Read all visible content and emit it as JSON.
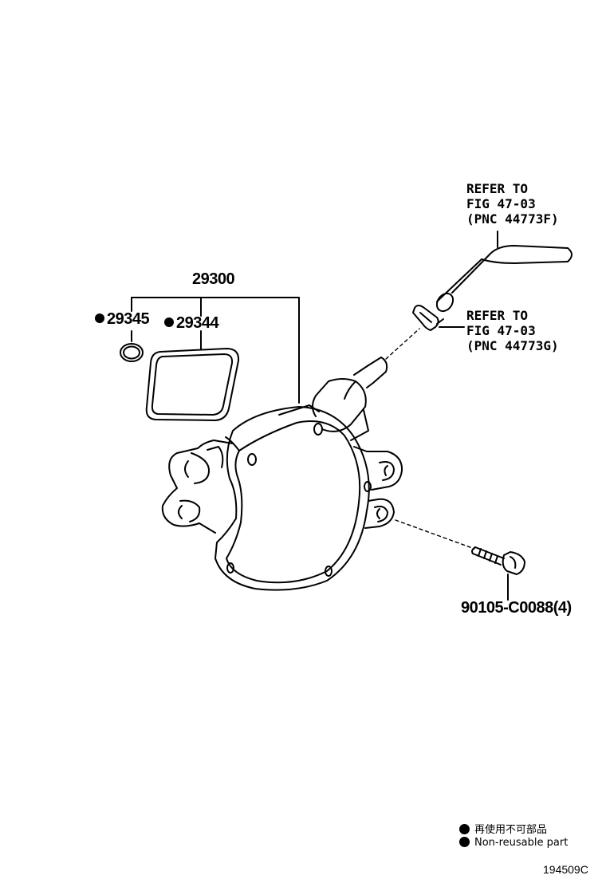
{
  "parts": {
    "assembly": "29300",
    "oring": "29345",
    "gasket": "29344",
    "bolt": "90105-C0088(4)"
  },
  "references": {
    "hose": [
      "REFER TO",
      "FIG 47-03",
      "(PNC 44773F)"
    ],
    "clamp": [
      "REFER TO",
      "FIG 47-03",
      "(PNC 44773G)"
    ]
  },
  "legend": {
    "non_reusable_jp": "再使用不可部品",
    "non_reusable_en": "Non-reusable part"
  },
  "figure_code": "194509C",
  "colors": {
    "line": "#000000",
    "background": "#ffffff"
  }
}
